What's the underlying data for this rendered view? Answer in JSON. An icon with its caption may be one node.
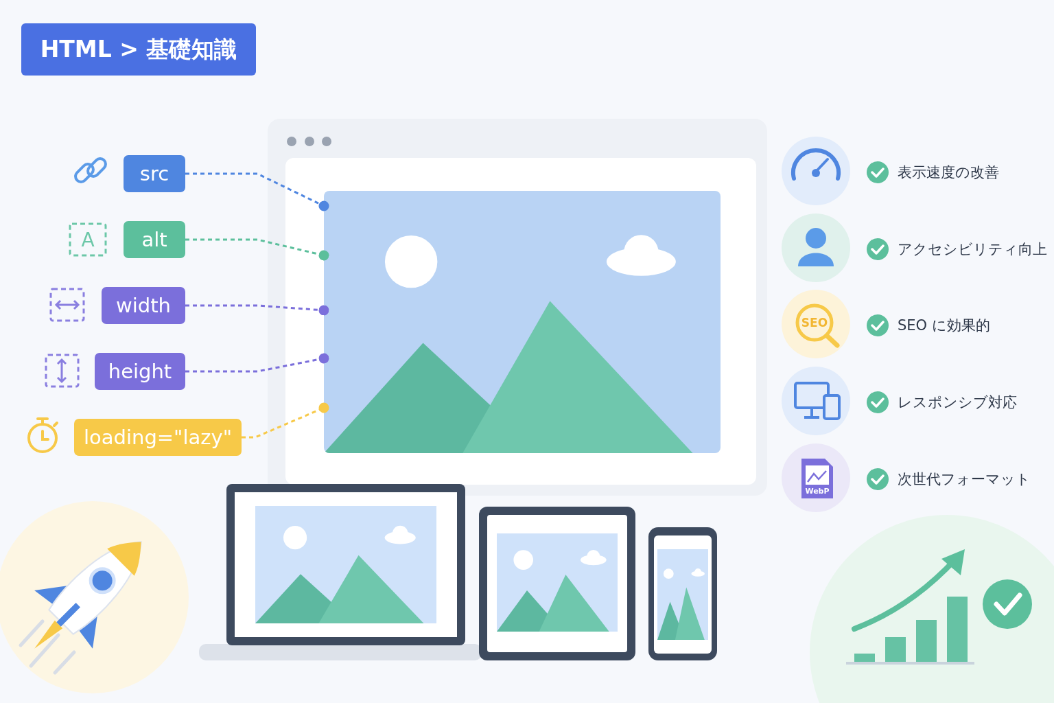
{
  "diagram": {
    "title": "HTML > 基礎知識",
    "nodes": [
      {
        "text": [
          "src"
        ]
      },
      {
        "text": [
          "alt"
        ]
      },
      {
        "text": [
          "width"
        ]
      },
      {
        "text": [
          "height"
        ]
      },
      {
        "text": [
          "loading=\"lazy\""
        ]
      },
      {
        "text": [],
        "shape": "picture"
      }
    ],
    "edges": [
      {
        "from": 0,
        "to": 5,
        "arrow": "other",
        "style": "dashed",
        "color": "#4f86e0"
      },
      {
        "from": 1,
        "to": 5,
        "arrow": "other",
        "style": "dashed",
        "color": "#5cbf9c"
      },
      {
        "from": 2,
        "to": 5,
        "arrow": "other",
        "style": "dashed",
        "color": "#7b6fdb"
      },
      {
        "from": 3,
        "to": 5,
        "arrow": "other",
        "style": "dashed",
        "color": "#7b6fdb"
      },
      {
        "from": 4,
        "to": 5,
        "arrow": "other",
        "style": "dashed",
        "color": "#f7c948"
      }
    ],
    "labels": [
      "A",
      "表示速度の改善",
      "アクセシビリティ向上",
      "SEO",
      "SEO に効果的",
      "レスポンシブ対応",
      "WebP",
      "次世代フォーマット"
    ]
  }
}
